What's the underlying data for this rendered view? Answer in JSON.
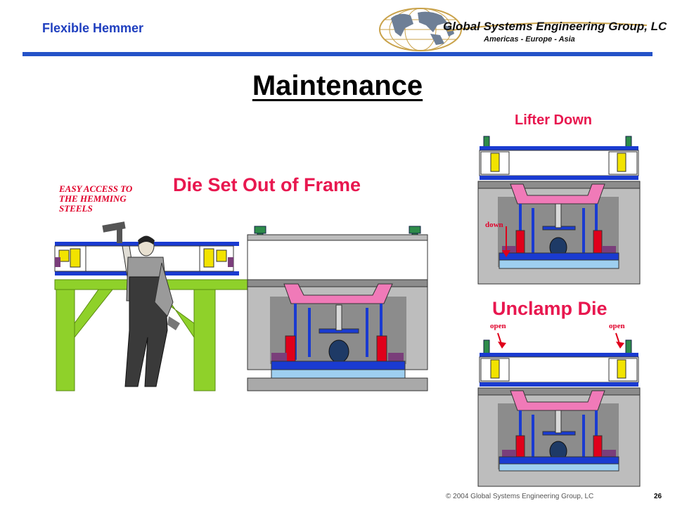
{
  "header": {
    "section_title": "Flexible Hemmer",
    "company_name": "Global Systems Engineering Group, LC",
    "company_regions": "Americas - Europe - Asia"
  },
  "slide": {
    "title": "Maintenance",
    "main_caption": "Die Set Out of Frame",
    "note_line1": "EASY ACCESS TO",
    "note_line2": "THE HEMMING",
    "note_line3": "STEELS",
    "panel_top_caption": "Lifter Down",
    "panel_top_arrow_label": "down",
    "panel_bottom_caption": "Unclamp Die",
    "panel_bottom_left_label": "open",
    "panel_bottom_right_label": "open"
  },
  "footer": {
    "copyright": "© 2004 Global Systems Engineering Group, LC",
    "page_number": "26"
  },
  "colors": {
    "accent_blue": "#2452c8",
    "caption_red": "#e8174f",
    "table_green": "#8fd12a",
    "die_gray": "#a9a9a9",
    "pink": "#f07ab8"
  }
}
